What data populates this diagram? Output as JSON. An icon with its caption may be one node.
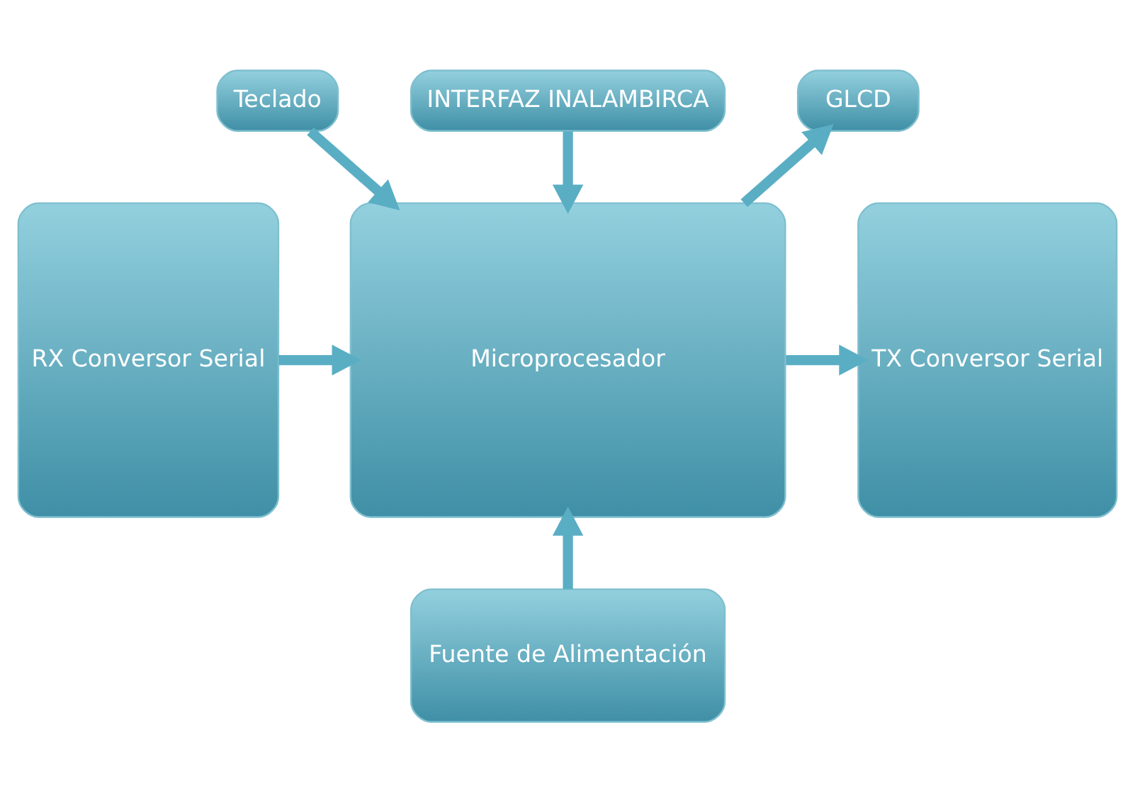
{
  "diagram": {
    "nodes": [
      {
        "text": [
          "Teclado"
        ]
      },
      {
        "text": [
          "GLCD"
        ]
      },
      {
        "text": [
          "INTERFAZ INALAMBIRCA"
        ]
      },
      {
        "text": [
          "RX Conversor Serial"
        ]
      },
      {
        "text": [
          "Microprocesador"
        ]
      },
      {
        "text": [
          "TX Conversor Serial"
        ]
      },
      {
        "text": [
          "Fuente de Alimentación"
        ]
      }
    ],
    "edges": [
      {
        "from": 0,
        "to": 4,
        "arrow": "to"
      },
      {
        "from": 4,
        "to": 1,
        "arrow": "to"
      },
      {
        "from": 2,
        "to": 4,
        "arrow": "to"
      },
      {
        "from": 3,
        "to": 4,
        "arrow": "to"
      },
      {
        "from": 4,
        "to": 5,
        "arrow": "to"
      },
      {
        "from": 6,
        "to": 4,
        "arrow": "to"
      }
    ]
  }
}
